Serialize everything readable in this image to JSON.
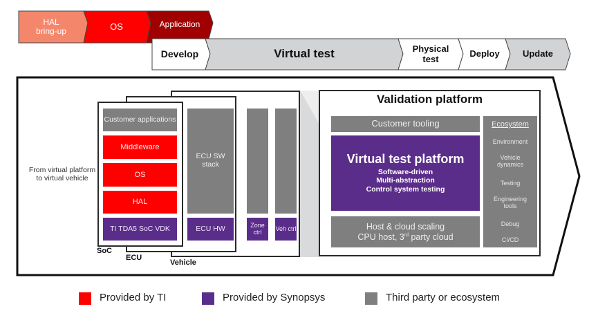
{
  "top_phases": [
    {
      "label": "HAL\nbring-up",
      "color": "#f4876b"
    },
    {
      "label": "OS",
      "color": "#ff0000"
    },
    {
      "label": "Application",
      "color": "#a00000"
    }
  ],
  "lifecycle": [
    {
      "label": "Develop",
      "fill": "#ffffff"
    },
    {
      "label": "Virtual test",
      "fill": "#d1d3d4"
    },
    {
      "label": "Physical\ntest",
      "fill": "#ffffff"
    },
    {
      "label": "Deploy",
      "fill": "#ffffff"
    },
    {
      "label": "Update",
      "fill": "#d1d3d4"
    }
  ],
  "left_caption": "From virtual platform to virtual vehicle",
  "soc": {
    "label": "SoC",
    "customer_apps": "Customer applications",
    "middleware": "Middleware",
    "os": "OS",
    "hal": "HAL",
    "vdk": "TI TDA5 SoC VDK"
  },
  "ecu": {
    "label": "ECU",
    "sw_stack": "ECU SW stack",
    "hw": "ECU HW"
  },
  "vehicle": {
    "label": "Vehicle",
    "zone": "Zone ctrl",
    "veh": "Veh ctrl"
  },
  "validation": {
    "title": "Validation platform",
    "customer_tooling": "Customer tooling",
    "vtp_title": "Virtual test platform",
    "vtp_lines": [
      "Software-driven",
      "Multi-abstraction",
      "Control system testing"
    ],
    "host_line1": "Host & cloud scaling",
    "host_line2_pre": "CPU host, 3",
    "host_line2_sup": "rd",
    "host_line2_post": " party cloud",
    "ecosystem": {
      "title": "Ecosystem",
      "items": [
        "Environment",
        "Vehicle dynamics",
        "Testing",
        "Engineering tools",
        "Debug",
        "CI/CD"
      ]
    }
  },
  "legend": [
    {
      "label": "Provided by TI",
      "color": "#ff0000"
    },
    {
      "label": "Provided by Synopsys",
      "color": "#5b2d8a"
    },
    {
      "label": "Third party or ecosystem",
      "color": "#7f7f80"
    }
  ]
}
